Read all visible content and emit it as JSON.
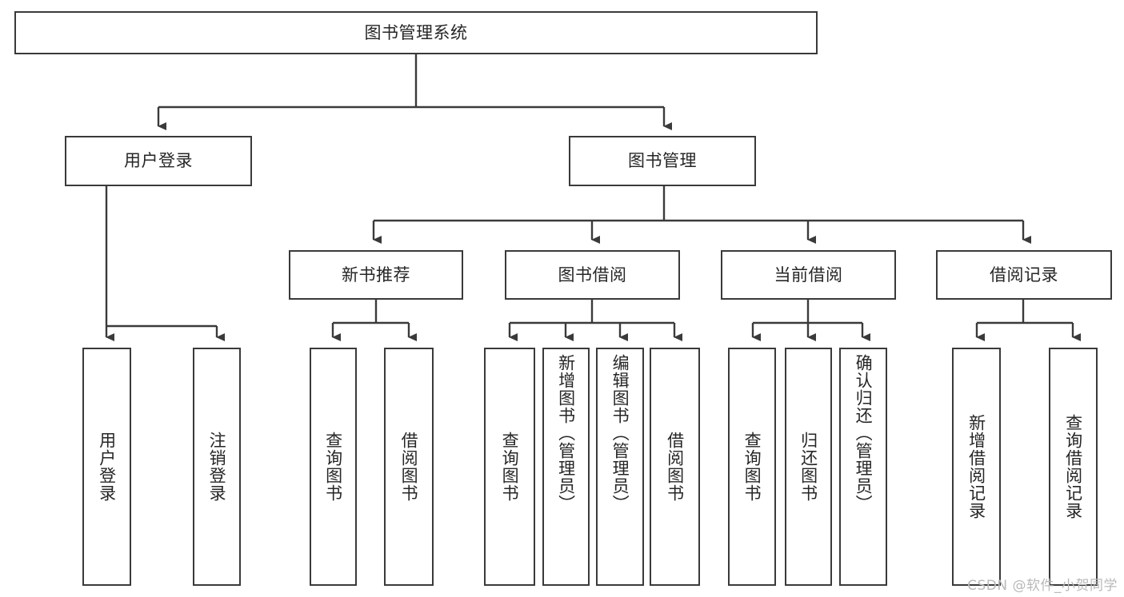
{
  "diagram": {
    "title": "图书管理系统",
    "type": "tree",
    "watermark": "CSDN @软件_小贺同学",
    "colors": {
      "stroke": "#3a3a3a",
      "text": "#262626",
      "background": "#ffffff",
      "watermark": "#b9b9b9"
    },
    "levels": {
      "root": {
        "label": "图书管理系统"
      },
      "level2": [
        {
          "label": "用户登录"
        },
        {
          "label": "图书管理"
        }
      ],
      "level3": [
        {
          "label": "新书推荐"
        },
        {
          "label": "图书借阅"
        },
        {
          "label": "当前借阅"
        },
        {
          "label": "借阅记录"
        }
      ],
      "leaves": {
        "user_login": [
          {
            "label": "用户登录"
          },
          {
            "label": "注销登录"
          }
        ],
        "new_book_recommend": [
          {
            "label": "查询图书"
          },
          {
            "label": "借阅图书"
          }
        ],
        "book_borrow": [
          {
            "label": "查询图书"
          },
          {
            "label": "新增图书（管理员）"
          },
          {
            "label": "编辑图书（管理员）"
          },
          {
            "label": "借阅图书"
          }
        ],
        "current_borrow": [
          {
            "label": "查询图书"
          },
          {
            "label": "归还图书"
          },
          {
            "label": "确认归还（管理员）"
          }
        ],
        "borrow_record": [
          {
            "label": "新增借阅记录"
          },
          {
            "label": "查询借阅记录"
          }
        ]
      }
    }
  }
}
